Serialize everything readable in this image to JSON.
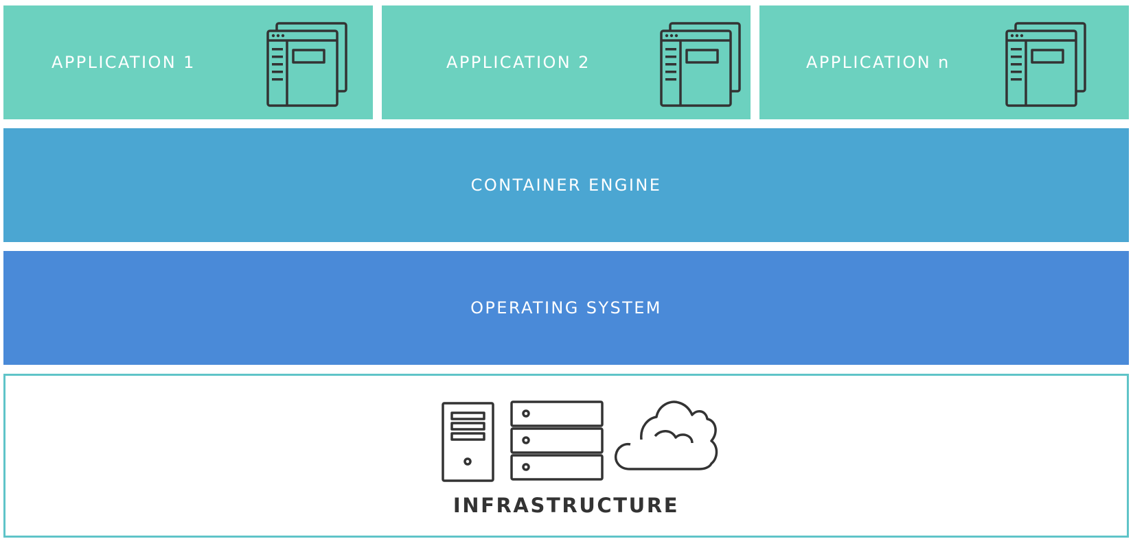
{
  "applications": [
    {
      "label": "APPLICATION 1",
      "icon": "application-window-icon"
    },
    {
      "label": "APPLICATION 2",
      "icon": "application-window-icon"
    },
    {
      "label": "APPLICATION n",
      "icon": "application-window-icon"
    }
  ],
  "container_engine": {
    "label": "CONTAINER ENGINE"
  },
  "operating_system": {
    "label": "OPERATING SYSTEM"
  },
  "infrastructure": {
    "label": "INFRASTRUCTURE",
    "icons": [
      "server-tower-icon",
      "server-rack-icon",
      "cloud-icon"
    ]
  },
  "colors": {
    "application": "#6cd1bf",
    "container_engine": "#4ba6d2",
    "operating_system": "#4a8ad8",
    "infrastructure_border": "#5fc4c8",
    "icon_stroke": "#333333"
  }
}
